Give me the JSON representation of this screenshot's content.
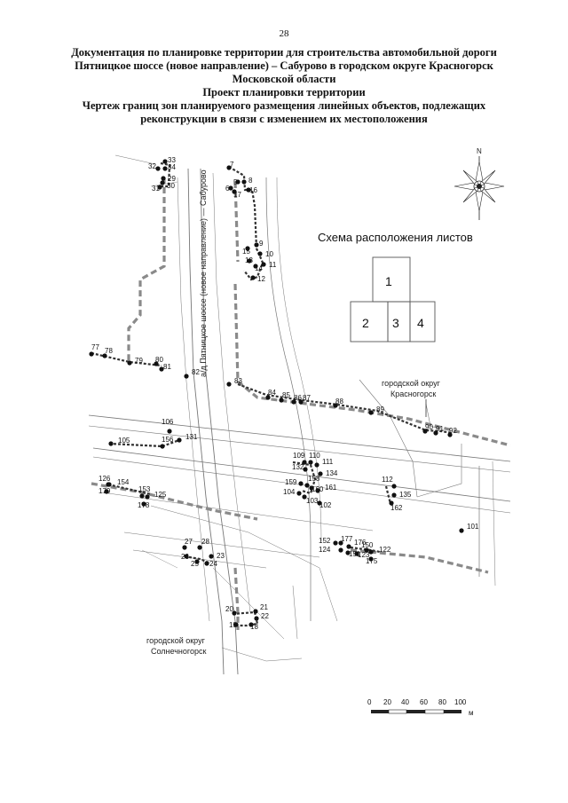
{
  "page_number": "28",
  "title": {
    "line1": "Документация по планировке территории для строительства автомобильной дороги",
    "line2": "Пятницкое шоссе (новое направление) – Сабурово в городском округе Красногорск",
    "line3": "Московской области",
    "line4": "Проект планировки территории",
    "line5": "Чертеж границ зон планируемого размещения линейных объектов, подлежащих",
    "line6": "реконструкции в связи с изменением их местоположения"
  },
  "road_label": "а/д Пятницкое шоссе (новое направление) — Сабурово",
  "compass": {
    "north_letter": "N",
    "icon": "compass-rose-icon"
  },
  "sheet_scheme": {
    "title": "Схема расположения листов",
    "sheets": [
      "1",
      "2",
      "3",
      "4"
    ]
  },
  "districts": {
    "krasnogorsk_line1": "городской округ",
    "krasnogorsk_line2": "Красногорск",
    "solnechnogorsk_line1": "городской округ",
    "solnechnogorsk_line2": "Солнечногорск"
  },
  "scale_bar": {
    "ticks": [
      "0",
      "20",
      "40",
      "60",
      "80",
      "100"
    ],
    "unit": "м"
  },
  "points": [
    {
      "label": "32"
    },
    {
      "label": "33"
    },
    {
      "label": "34"
    },
    {
      "label": "29"
    },
    {
      "label": "30"
    },
    {
      "label": "31"
    },
    {
      "label": "7"
    },
    {
      "label": "8"
    },
    {
      "label": "5"
    },
    {
      "label": "6"
    },
    {
      "label": "16"
    },
    {
      "label": "17"
    },
    {
      "label": "9"
    },
    {
      "label": "10"
    },
    {
      "label": "11"
    },
    {
      "label": "12"
    },
    {
      "label": "13"
    },
    {
      "label": "14"
    },
    {
      "label": "15"
    },
    {
      "label": "77"
    },
    {
      "label": "78"
    },
    {
      "label": "79"
    },
    {
      "label": "80"
    },
    {
      "label": "81"
    },
    {
      "label": "82"
    },
    {
      "label": "83"
    },
    {
      "label": "84"
    },
    {
      "label": "85"
    },
    {
      "label": "86"
    },
    {
      "label": "87"
    },
    {
      "label": "88"
    },
    {
      "label": "89"
    },
    {
      "label": "90"
    },
    {
      "label": "91"
    },
    {
      "label": "92"
    },
    {
      "label": "105"
    },
    {
      "label": "106"
    },
    {
      "label": "156"
    },
    {
      "label": "131"
    },
    {
      "label": "109"
    },
    {
      "label": "110"
    },
    {
      "label": "111"
    },
    {
      "label": "132"
    },
    {
      "label": "134"
    },
    {
      "label": "159"
    },
    {
      "label": "158"
    },
    {
      "label": "160"
    },
    {
      "label": "161"
    },
    {
      "label": "104"
    },
    {
      "label": "103"
    },
    {
      "label": "102"
    },
    {
      "label": "112"
    },
    {
      "label": "135"
    },
    {
      "label": "162"
    },
    {
      "label": "101"
    },
    {
      "label": "126"
    },
    {
      "label": "154"
    },
    {
      "label": "179"
    },
    {
      "label": "153"
    },
    {
      "label": "125"
    },
    {
      "label": "178"
    },
    {
      "label": "152"
    },
    {
      "label": "177"
    },
    {
      "label": "176"
    },
    {
      "label": "124"
    },
    {
      "label": "151"
    },
    {
      "label": "123"
    },
    {
      "label": "150"
    },
    {
      "label": "122"
    },
    {
      "label": "175"
    },
    {
      "label": "27"
    },
    {
      "label": "28"
    },
    {
      "label": "26"
    },
    {
      "label": "23"
    },
    {
      "label": "25"
    },
    {
      "label": "24"
    },
    {
      "label": "20"
    },
    {
      "label": "21"
    },
    {
      "label": "22"
    },
    {
      "label": "19"
    },
    {
      "label": "18"
    }
  ]
}
